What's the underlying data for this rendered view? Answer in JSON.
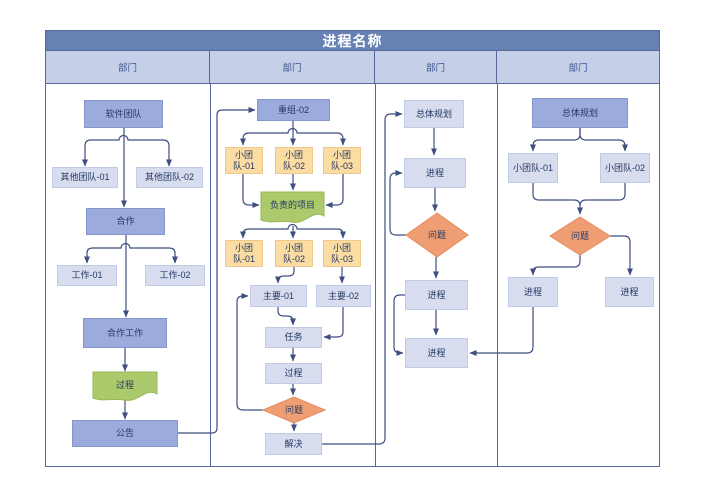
{
  "title": "进程名称",
  "lanes": [
    {
      "label": "部门"
    },
    {
      "label": "部门"
    },
    {
      "label": "部门"
    },
    {
      "label": "部门"
    }
  ],
  "nodes": {
    "lane1": {
      "software_team": "软件团队",
      "other_team_01": "其他团队-01",
      "other_team_02": "其他团队-02",
      "cooperation": "合作",
      "work_01": "工作-01",
      "work_02": "工作-02",
      "cooperation_work": "合作工作",
      "process_doc": "过程",
      "announcement": "公告"
    },
    "lane2": {
      "reorg_02": "重组-02",
      "small_team_r1_01": "小团队-01",
      "small_team_r1_02": "小团队-02",
      "small_team_r1_03": "小团队-03",
      "responsible_project": "负责的项目",
      "small_team_r2_01": "小团队-01",
      "small_team_r2_02": "小团队-02",
      "small_team_r2_03": "小团队-03",
      "main_01": "主要-01",
      "main_02": "主要-02",
      "task": "任务",
      "process": "过程",
      "problem": "问题",
      "solve": "解决"
    },
    "lane3": {
      "overall_planning": "总体规划",
      "progress_1": "进程",
      "problem": "问题",
      "progress_2": "进程",
      "progress_3": "进程"
    },
    "lane4": {
      "overall_planning": "总体规划",
      "small_team_01": "小团队-01",
      "small_team_02": "小团队-02",
      "problem": "问题",
      "progress_left": "进程",
      "progress_right": "进程"
    }
  },
  "colors": {
    "title_bg": "#6781B5",
    "header_bg": "#C5CFE8",
    "frame_border": "#56689E",
    "box_medium": "#9BACDC",
    "box_light": "#D7DDEF",
    "box_orange": "#FBDCA3",
    "shape_green": "#ACCA6C",
    "diamond_orange": "#EF9E73",
    "connector": "#3D4E80",
    "node_text": "#253763"
  }
}
